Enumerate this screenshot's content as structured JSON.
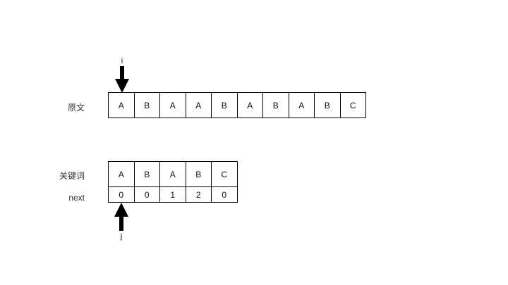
{
  "pointer_i": {
    "label": "i"
  },
  "pointer_j": {
    "label": "j"
  },
  "text_row": {
    "label": "原文",
    "cells": [
      "A",
      "B",
      "A",
      "A",
      "B",
      "A",
      "B",
      "A",
      "B",
      "C"
    ]
  },
  "keyword_row": {
    "label": "关键词",
    "cells": [
      "A",
      "B",
      "A",
      "B",
      "C"
    ]
  },
  "next_row": {
    "label": "next",
    "cells": [
      "0",
      "0",
      "1",
      "2",
      "0"
    ]
  }
}
